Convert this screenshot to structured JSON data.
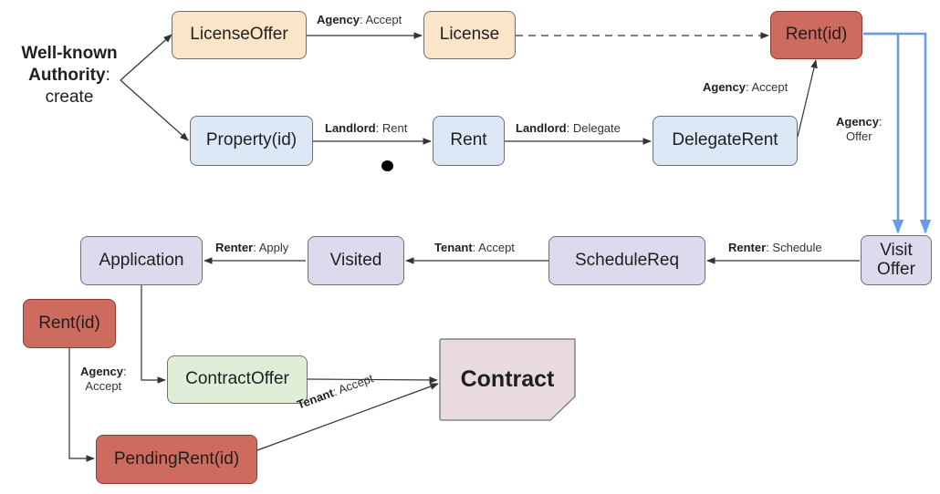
{
  "creator": {
    "bold": "Well-known Authority",
    "suffix": ":",
    "action": "create"
  },
  "nodes": {
    "license_offer": "LicenseOffer",
    "license": "License",
    "rent_id_top": "Rent(id)",
    "property": "Property(id)",
    "rent": "Rent",
    "delegate_rent": "DelegateRent",
    "application": "Application",
    "visited": "Visited",
    "schedule_req": "ScheduleReq",
    "visit_offer": "Visit Offer",
    "rent_id_bottom": "Rent(id)",
    "contract_offer": "ContractOffer",
    "contract": "Contract",
    "pending_rent": "PendingRent(id)"
  },
  "edges": {
    "agency_accept_license": {
      "role": "Agency",
      "action": "Accept"
    },
    "agency_accept_delegate": {
      "role": "Agency",
      "action": "Accept"
    },
    "landlord_rent": {
      "role": "Landlord",
      "action": "Rent"
    },
    "landlord_delegate": {
      "role": "Landlord",
      "action": "Delegate"
    },
    "agency_offer": {
      "role": "Agency",
      "action": "Offer"
    },
    "renter_apply": {
      "role": "Renter",
      "action": "Apply"
    },
    "tenant_accept_visit": {
      "role": "Tenant",
      "action": "Accept"
    },
    "renter_schedule": {
      "role": "Renter",
      "action": "Schedule"
    },
    "agency_accept_pending": {
      "role": "Agency",
      "action": "Accept"
    },
    "tenant_accept_contract": {
      "role": "Tenant",
      "action": "Accept"
    }
  },
  "colors": {
    "peach": "#fbe5c8",
    "blue": "#dce8f5",
    "red": "#cc6b5e",
    "lavender": "#dedaee",
    "green": "#e0eed8",
    "pink": "#e8dae0",
    "highlight_arrow": "#6a9be8"
  }
}
